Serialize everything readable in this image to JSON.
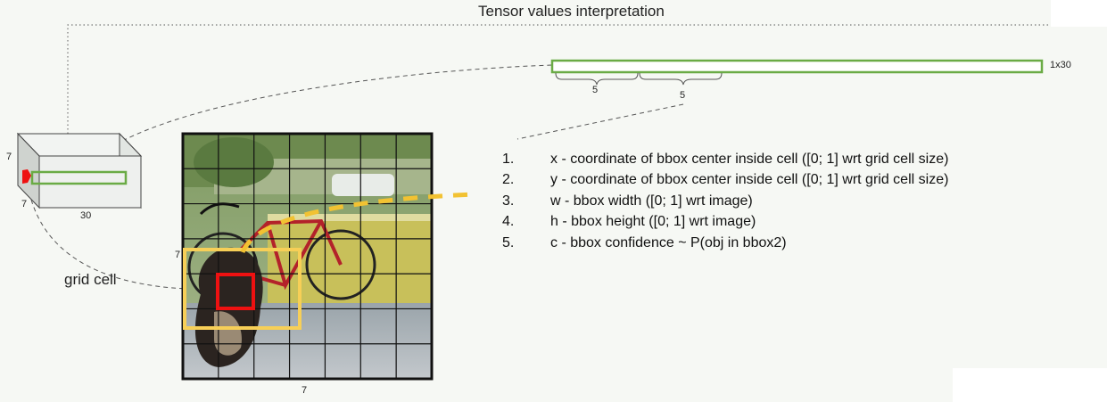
{
  "title": "Tensor values interpretation",
  "tensor": {
    "size_label": "1x30",
    "segment_labels": [
      "5",
      "5"
    ]
  },
  "cube": {
    "height_label": "7",
    "depth_label": "7",
    "width_label": "30"
  },
  "image": {
    "side_label": "7",
    "bottom_label": "7",
    "grid_n": 7
  },
  "grid_cell_label": "grid cell",
  "list": [
    {
      "num": "1.",
      "text": "x - coordinate of bbox center inside cell ([0; 1] wrt grid cell size)"
    },
    {
      "num": "2.",
      "text": "y - coordinate of bbox center inside cell ([0; 1] wrt grid cell size)"
    },
    {
      "num": "3.",
      "text": "w - bbox width ([0; 1] wrt image)"
    },
    {
      "num": "4.",
      "text": "h - bbox height ([0; 1] wrt image)"
    },
    {
      "num": "5.",
      "text": "c - bbox confidence ~ P(obj in bbox2)"
    }
  ],
  "colors": {
    "tensor_green": "#6aab45",
    "bbox_yellow": "#f7cf57",
    "cell_red": "#ee1111",
    "dash_orange": "#f2c232"
  }
}
